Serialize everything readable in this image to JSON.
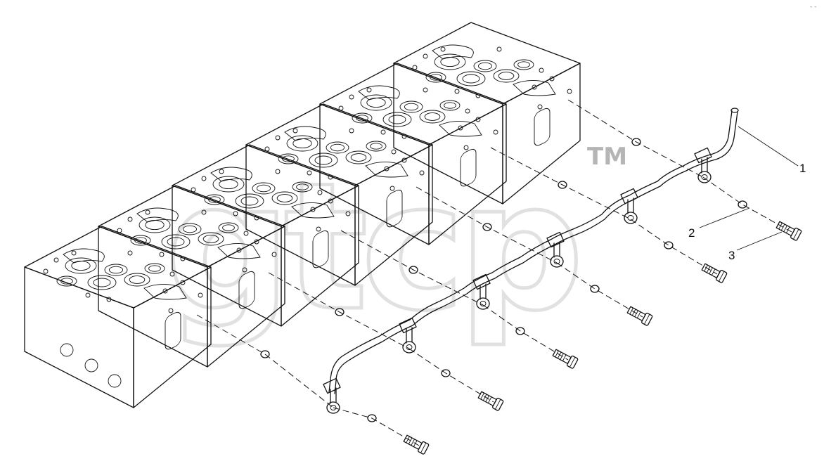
{
  "diagram": {
    "callouts": [
      {
        "id": 1,
        "label": "1"
      },
      {
        "id": 2,
        "label": "2"
      },
      {
        "id": 3,
        "label": "3"
      }
    ],
    "watermark": {
      "text": "gtcp",
      "trademark": "TM"
    },
    "corner_mark": "- -",
    "colors": {
      "line": "#111111",
      "watermark": "#c9c9c9",
      "background": "#ffffff"
    }
  }
}
